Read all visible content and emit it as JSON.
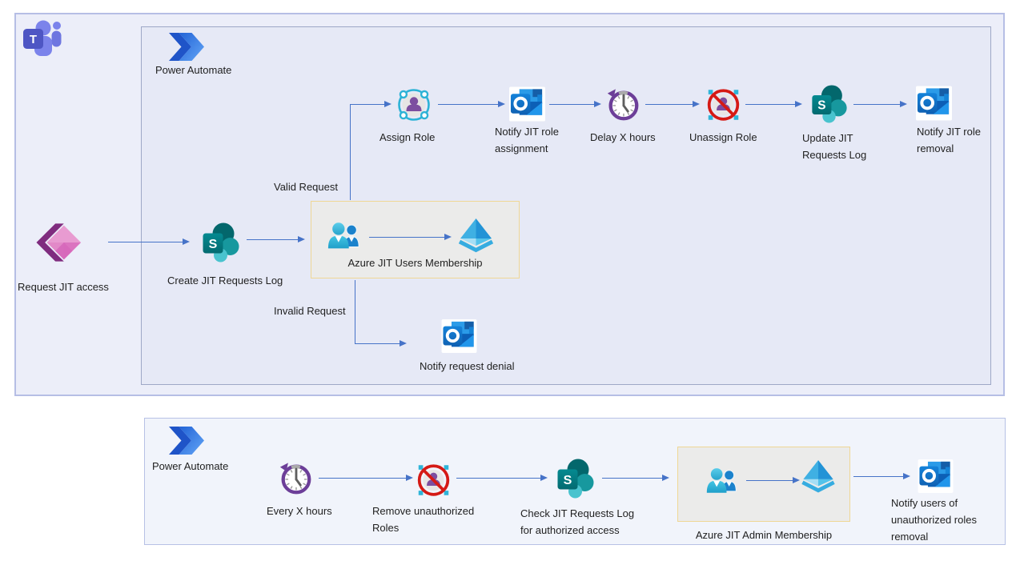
{
  "colors": {
    "connector_blue": "#4673c8",
    "outer_panel_fill": "#eceef9",
    "inner_panel_fill": "#e6e9f6",
    "bottom_panel_fill": "#f1f4fb",
    "highlight_box_fill": "#ebebea",
    "highlight_box_border": "#efd795"
  },
  "logos": {
    "teams_letter": "T",
    "sharepoint_letter": "S"
  },
  "request": {
    "label": "Request JIT access"
  },
  "top_panel": {
    "title": "Power Automate",
    "branches": {
      "valid": "Valid Request",
      "invalid": "Invalid Request"
    },
    "nodes": {
      "create_log": "Create JIT Requests Log",
      "users_membership": "Azure JIT Users Membership",
      "assign_role": "Assign Role",
      "notify_assignment": "Notify JIT role assignment",
      "delay": "Delay X hours",
      "unassign_role": "Unassign Role",
      "update_log": "Update JIT Requests Log",
      "notify_removal": "Notify JIT role removal",
      "notify_denial": "Notify request denial"
    }
  },
  "bottom_panel": {
    "title": "Power Automate",
    "nodes": {
      "every_x_hours": "Every X hours",
      "remove_roles": "Remove unauthorized Roles",
      "check_log": "Check JIT Requests Log for authorized access",
      "admin_membership": "Azure JIT Admin Membership",
      "notify_users": "Notify users of unauthorized roles removal"
    }
  }
}
